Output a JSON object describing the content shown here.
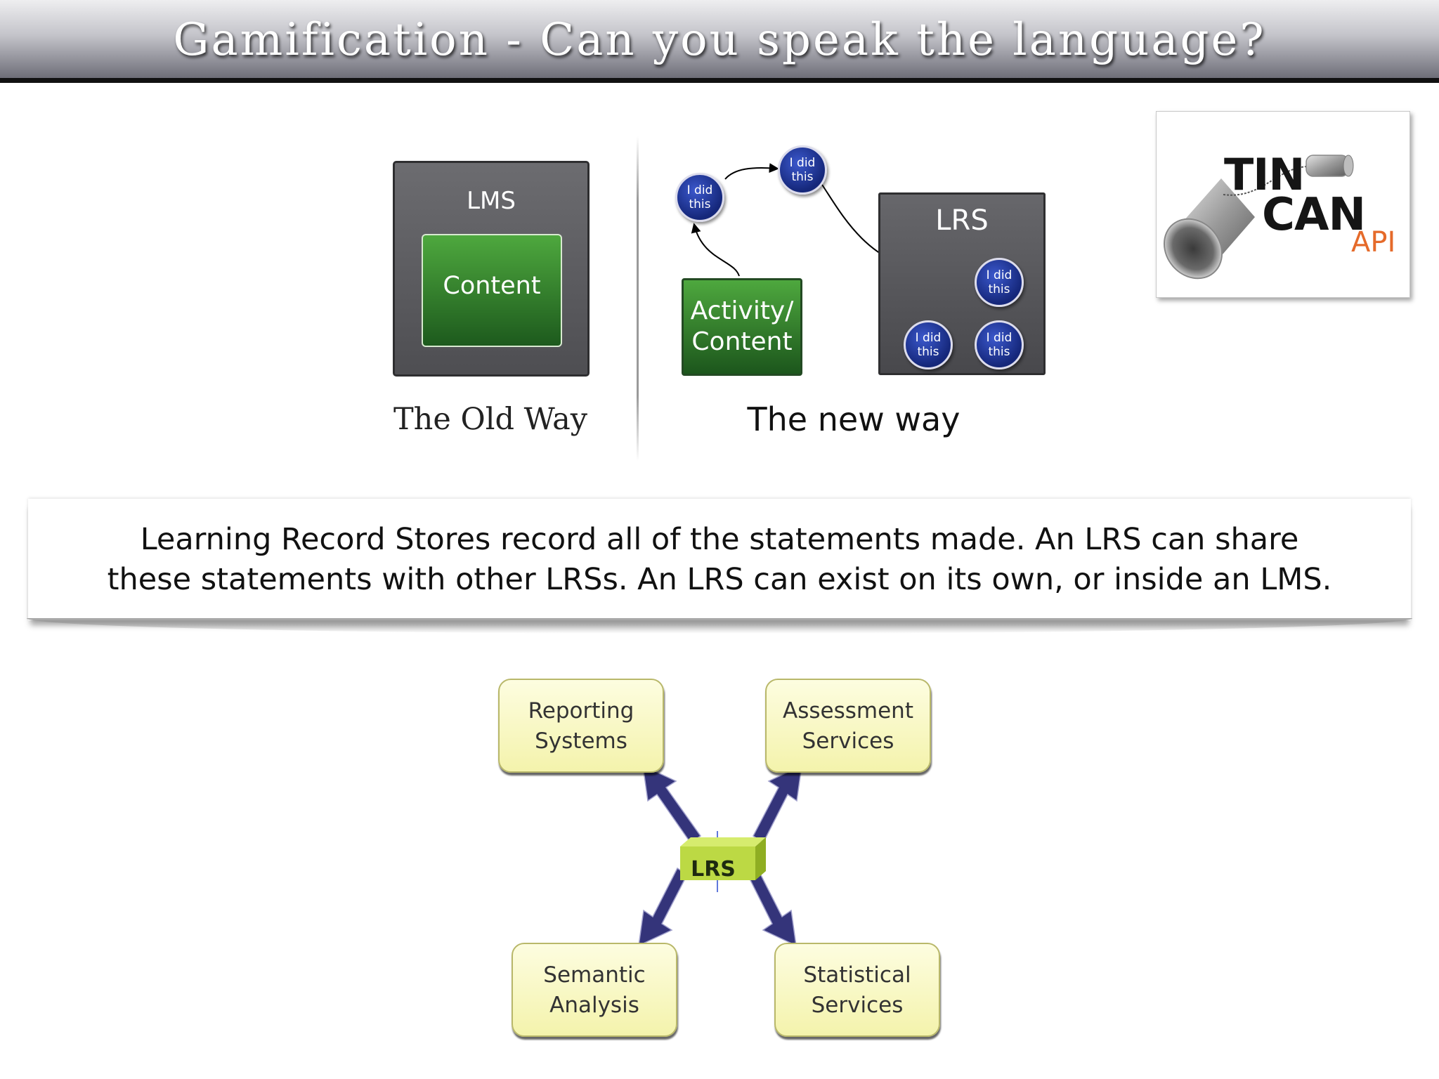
{
  "title": "Gamification - Can you speak the language?",
  "old_way": {
    "container_label": "LMS",
    "inner_label": "Content",
    "caption": "The Old Way"
  },
  "new_way": {
    "activity_line1": "Activity/",
    "activity_line2": "Content",
    "store_label": "LRS",
    "statement_line1": "I did",
    "statement_line2": "this",
    "caption": "The new way"
  },
  "logo": {
    "word1": "TIN",
    "word2": "CAN",
    "word3": "API"
  },
  "caption": {
    "line1": "Learning Record Stores record all of the statements made. An LRS can share",
    "line2": "these statements with other LRSs. An LRS can exist on its own, or inside an LMS."
  },
  "lrs_diagram": {
    "center": "LRS",
    "nodes": [
      {
        "line1": "Reporting",
        "line2": "Systems"
      },
      {
        "line1": "Assessment",
        "line2": "Services"
      },
      {
        "line1": "Semantic",
        "line2": "Analysis"
      },
      {
        "line1": "Statistical",
        "line2": "Services"
      }
    ]
  },
  "colors": {
    "statement_blue": "#1c2f99",
    "content_green": "#2f7d2a",
    "node_yellow": "#f7f6be",
    "arrow_navy": "#2f2f72",
    "lrs_green": "#b8d840",
    "api_orange": "#e56a2a"
  }
}
